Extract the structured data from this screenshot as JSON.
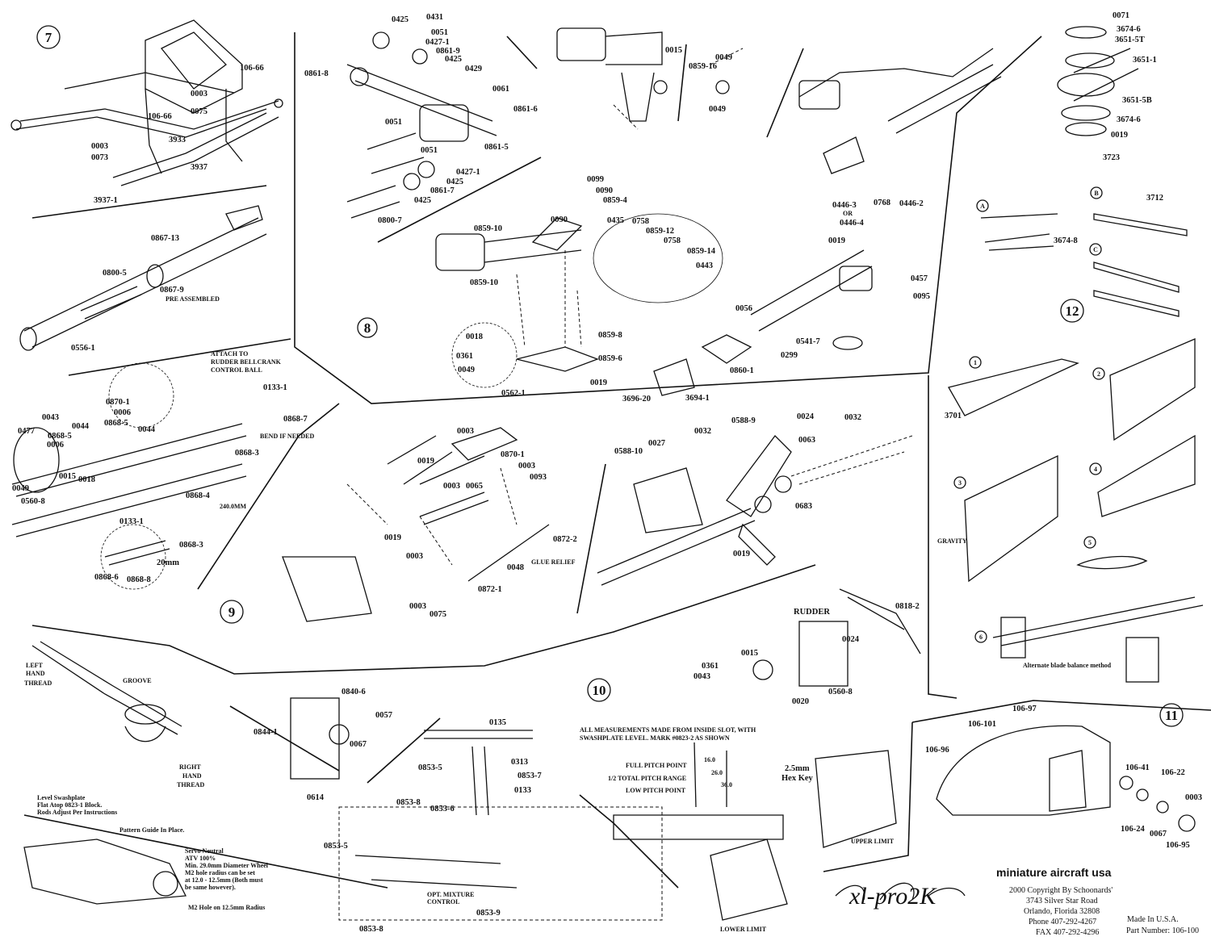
{
  "sections": {
    "s7": "7",
    "s8": "8",
    "s9": "9",
    "s10": "10",
    "s11": "11",
    "s12": "12"
  },
  "labels": {
    "a": [
      "0425",
      "0431",
      "0051",
      "0427-1",
      "0861-9",
      "0425",
      "0429",
      "0861-8",
      "0061",
      "0861-6",
      "0051",
      "0861-5",
      "0051",
      "0427-1",
      "0425",
      "0861-7",
      "0425",
      "0800-7"
    ],
    "b": [
      "0015",
      "0049",
      "0859-16",
      "0049",
      "0071",
      "3674-6",
      "3651-5T",
      "3651-1",
      "3651-5B",
      "3674-6",
      "0019",
      "3723"
    ],
    "c": [
      "106-66",
      "0003",
      "0075",
      "106-66",
      "3933",
      "0003",
      "0073",
      "3937",
      "3937-1"
    ],
    "d": [
      "0867-13",
      "0800-5",
      "0867-9",
      "0556-1"
    ],
    "e": [
      "0099",
      "0090",
      "0859-4",
      "0859-10",
      "0090",
      "0435",
      "0758",
      "0859-12",
      "0758",
      "0859-14",
      "0443",
      "0859-10",
      "0859-8",
      "0018",
      "0361",
      "0049",
      "0859-6",
      "0562-1",
      "0019"
    ],
    "f": [
      "0446-3",
      "OR",
      "0446-4",
      "0768",
      "0446-2",
      "0019",
      "0457",
      "0095",
      "0056",
      "0541-7",
      "0299",
      "0860-1",
      "3696-20",
      "3694-1"
    ],
    "g": [
      "3712",
      "3674-8",
      "3701"
    ],
    "h": [
      "0133-1",
      "0868-7",
      "0870-1",
      "0006",
      "0868-5",
      "0044",
      "0043",
      "0044",
      "0477",
      "0868-5",
      "0006",
      "0015",
      "0018",
      "0049",
      "0868-3",
      "0868-4",
      "0560-8",
      "0133-1",
      "0868-3",
      "0868-6",
      "0868-8"
    ],
    "i": [
      "0003",
      "0870-1",
      "0019",
      "0003",
      "0093",
      "0003",
      "0065",
      "0019",
      "0003",
      "0872-2",
      "0048",
      "0872-1",
      "0003",
      "0075"
    ],
    "j": [
      "0588-10",
      "0027",
      "0032",
      "0588-9",
      "0024",
      "0063",
      "0032",
      "0683",
      "0019"
    ],
    "k": [
      "0818-2",
      "0024",
      "0015",
      "0361",
      "0043",
      "0020",
      "0560-8"
    ],
    "l": [
      "0840-6",
      "0057",
      "0844-1",
      "0067",
      "0614",
      "0135",
      "0313",
      "0853-5",
      "0853-7",
      "0133",
      "0853-8",
      "0853-6",
      "0853-5",
      "0853-9",
      "0853-8"
    ],
    "m": [
      "106-97",
      "106-101",
      "106-96",
      "106-41",
      "106-22",
      "0003",
      "106-24",
      "0067",
      "106-95"
    ]
  },
  "notes": {
    "pre_assembled": "PRE ASSEMBLED",
    "attach1": "ATTACH TO",
    "attach2": "RUDDER BELLCRANK",
    "attach3": "CONTROL BALL",
    "bend": "BEND IF NEEDED",
    "mm240": "240.0MM",
    "mm20": "20mm",
    "glue": "GLUE RELIEF",
    "rudder": "RUDDER",
    "left1": "LEFT",
    "left2": "HAND",
    "left3": "THREAD",
    "groove": "GROOVE",
    "right1": "RIGHT",
    "right2": "HAND",
    "right3": "THREAD",
    "meas1": "ALL MEASUREMENTS MADE FROM INSIDE SLOT, WITH",
    "meas2": "SWASHPLATE LEVEL. MARK #0823-2 AS SHOWN",
    "full_pitch": "FULL PITCH POINT",
    "half_pitch": "1/2 TOTAL PITCH RANGE",
    "low_pitch": "LOW PITCH POINT",
    "v16": "16.0",
    "v26": "26.0",
    "v36": "36.0",
    "hex1": "2.5mm",
    "hex2": "Hex Key",
    "upper": "UPPER LIMIT",
    "lower": "LOWER LIMIT",
    "gravity": "GRAVITY",
    "balance": "Alternate blade balance method",
    "opt1": "OPT. MIXTURE",
    "opt2": "CONTROL",
    "swash1": "Level Swashplate",
    "swash2": "Flat Atop 0823-1 Block.",
    "swash3": "Rods Adjust Per Instructions",
    "pattern": "Pattern Guide In Place.",
    "servo1": "Servo Neutral",
    "servo2": "ATV 100%",
    "servo3": "Min. 29.0mm Diameter Wheel",
    "servo4": "M2 hole radius can be set",
    "servo5": "at 12.0 - 12.5mm (Both must",
    "servo6": "be same however).",
    "m2hole": "M2 Hole on 12.5mm Radius"
  },
  "letters": {
    "A": "A",
    "B": "B",
    "C": "C"
  },
  "steps": {
    "n1": "1",
    "n2": "2",
    "n3": "3",
    "n4": "4",
    "n5": "5",
    "n6": "6"
  },
  "footer": {
    "brand": "miniature aircraft usa",
    "logo": "xl-pro2K",
    "copyright": "2000 Copyright By Schoonards'",
    "address": "3743 Silver Star Road",
    "city": "Orlando, Florida 32808",
    "phone": "Phone 407-292-4267",
    "fax": "FAX 407-292-4296",
    "made": "Made In U.S.A.",
    "part": "Part Number: 106-100"
  }
}
